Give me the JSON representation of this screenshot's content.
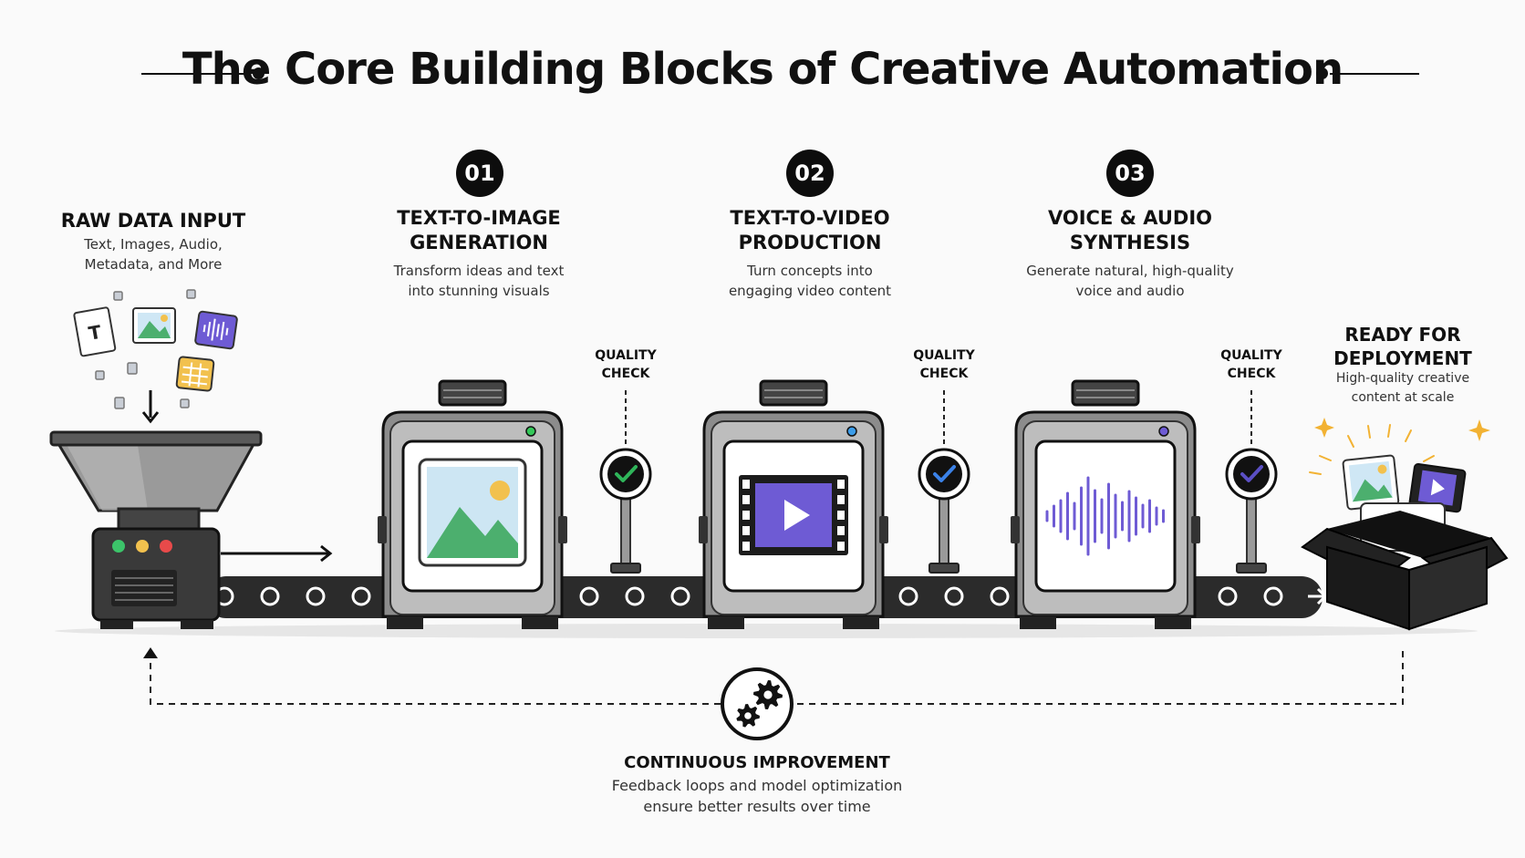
{
  "title": "The Core Building Blocks of Creative Automation",
  "input": {
    "heading": "RAW DATA INPUT",
    "desc_line1": "Text, Images, Audio,",
    "desc_line2": "Metadata, and More",
    "text_icon_glyph": "T"
  },
  "stages": [
    {
      "number": "01",
      "heading_line1": "TEXT-TO-IMAGE",
      "heading_line2": "GENERATION",
      "desc_line1": "Transform ideas and text",
      "desc_line2": "into stunning visuals",
      "icon": "landscape-image-icon",
      "led_color": "#34c759"
    },
    {
      "number": "02",
      "heading_line1": "TEXT-TO-VIDEO",
      "heading_line2": "PRODUCTION",
      "desc_line1": "Turn concepts into",
      "desc_line2": "engaging video content",
      "icon": "video-play-icon",
      "led_color": "#3b9ce8"
    },
    {
      "number": "03",
      "heading_line1": "VOICE & AUDIO",
      "heading_line2": "SYNTHESIS",
      "desc_line1": "Generate natural, high-quality",
      "desc_line2": "voice and audio",
      "icon": "audio-waveform-icon",
      "led_color": "#6e5bd4"
    }
  ],
  "quality_checks": [
    {
      "line1": "QUALITY",
      "line2": "CHECK",
      "check_color": "#2fb55a"
    },
    {
      "line1": "QUALITY",
      "line2": "CHECK",
      "check_color": "#3b82e8"
    },
    {
      "line1": "QUALITY",
      "line2": "CHECK",
      "check_color": "#5b4fc4"
    }
  ],
  "output": {
    "heading_line1": "READY FOR",
    "heading_line2": "DEPLOYMENT",
    "desc_line1": "High-quality creative",
    "desc_line2": "content at scale"
  },
  "feedback": {
    "heading": "CONTINUOUS IMPROVEMENT",
    "desc_line1": "Feedback loops and model optimization",
    "desc_line2": "ensure better results over time"
  },
  "colors": {
    "ink": "#111111",
    "machine_gray": "#8c8c8c",
    "accent_purple": "#6e5bd4",
    "landscape_green": "#4caf6e",
    "sun_yellow": "#f2c14e",
    "sky_blue": "#bfe0f2"
  }
}
